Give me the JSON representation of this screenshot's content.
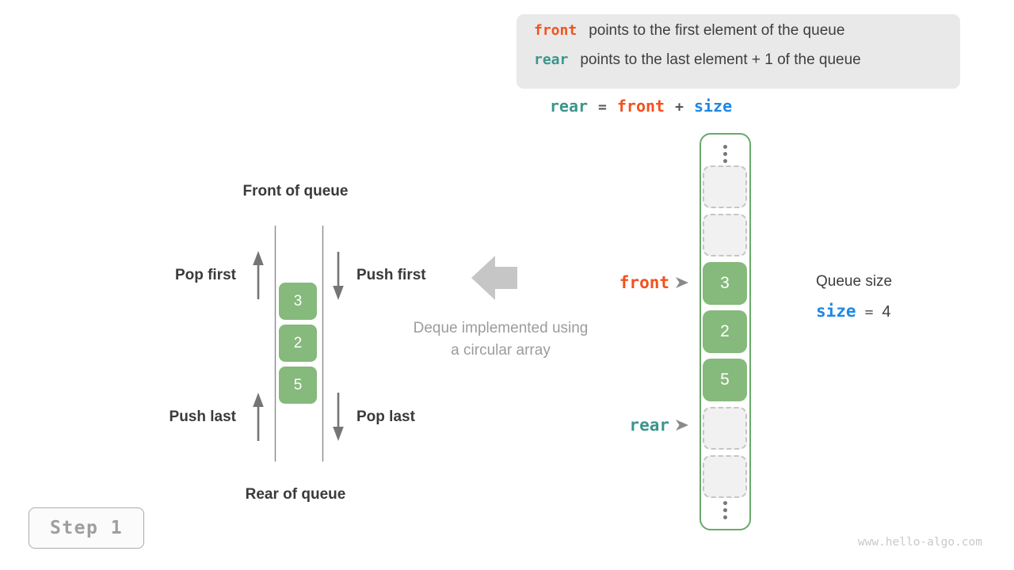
{
  "colors": {
    "orange_front": "#f4511e",
    "teal_rear": "#3a968c",
    "blue_size": "#1e88e5",
    "green_cell": "#86b97c",
    "green_border": "#69aa69",
    "gray_caption": "#9c9c9c"
  },
  "info_box": {
    "line1": {
      "code": "front",
      "text": "points to the first element of the queue"
    },
    "line2": {
      "code": "rear",
      "text": "points to the last element + 1 of the queue"
    }
  },
  "formula": {
    "lhs": "rear",
    "eq": "=",
    "front": "front",
    "plus": "+",
    "size": "size"
  },
  "vertical_queue": {
    "front_label": "Front of queue",
    "rear_label": "Rear of queue",
    "pop_first": "Pop first",
    "push_first": "Push first",
    "push_last": "Push last",
    "pop_last": "Pop last",
    "cells": [
      {
        "value": "3"
      },
      {
        "value": "2"
      },
      {
        "value": "5"
      }
    ]
  },
  "caption": {
    "line1": "Deque implemented using",
    "line2": "a circular array"
  },
  "array": {
    "front_pointer": "front",
    "rear_pointer": "rear",
    "cells": [
      {
        "state": "empty",
        "value": ""
      },
      {
        "state": "empty",
        "value": ""
      },
      {
        "state": "filled",
        "value": "3"
      },
      {
        "state": "filled",
        "value": "2"
      },
      {
        "state": "filled",
        "value": "5"
      },
      {
        "state": "empty",
        "value": ""
      },
      {
        "state": "empty",
        "value": ""
      }
    ]
  },
  "queue_size": {
    "title": "Queue size",
    "var": "size",
    "eq": "=",
    "value": "4"
  },
  "step_badge": {
    "label": "Step 1"
  },
  "watermark": "www.hello-algo.com"
}
